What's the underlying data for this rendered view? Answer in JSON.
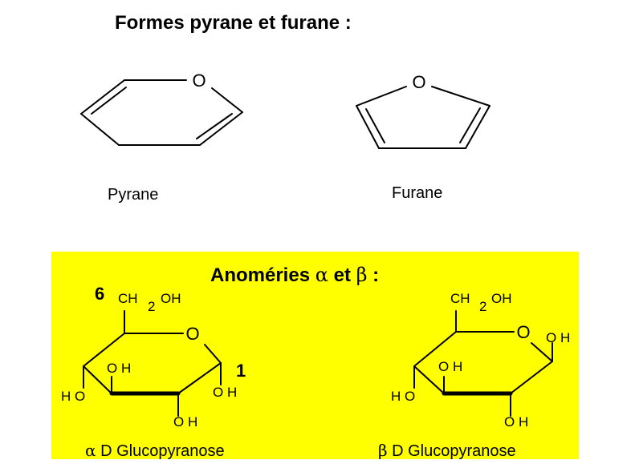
{
  "title": "Formes pyrane et furane :",
  "pyran": {
    "name": "Pyrane",
    "o_label": "O"
  },
  "furan": {
    "name": "Furane",
    "o_label": "O"
  },
  "panel": {
    "color": "#ffff00",
    "title_main": "Anoméries",
    "alpha": "α",
    "conj": "et",
    "beta": "β",
    "colon": ":"
  },
  "alpha_glucose": {
    "ring_o": "O",
    "ch2": "CH",
    "sub2": "2",
    "oh_top": "OH",
    "carbon_6": "6",
    "carbon_1": "1",
    "oh_c3": "O H",
    "ho_c4": "H O",
    "oh_c1": "O H",
    "oh_c2": "O H",
    "caption_greek": "α",
    "caption_text": "D Glucopyranose"
  },
  "beta_glucose": {
    "ring_o": "O",
    "ch2": "CH",
    "sub2": "2",
    "oh_top": "OH",
    "oh_c1": "O H",
    "oh_c3": "O H",
    "ho_c4": "H O",
    "oh_c2": "O H",
    "caption_greek": "β",
    "caption_text": "D Glucopyranose"
  }
}
